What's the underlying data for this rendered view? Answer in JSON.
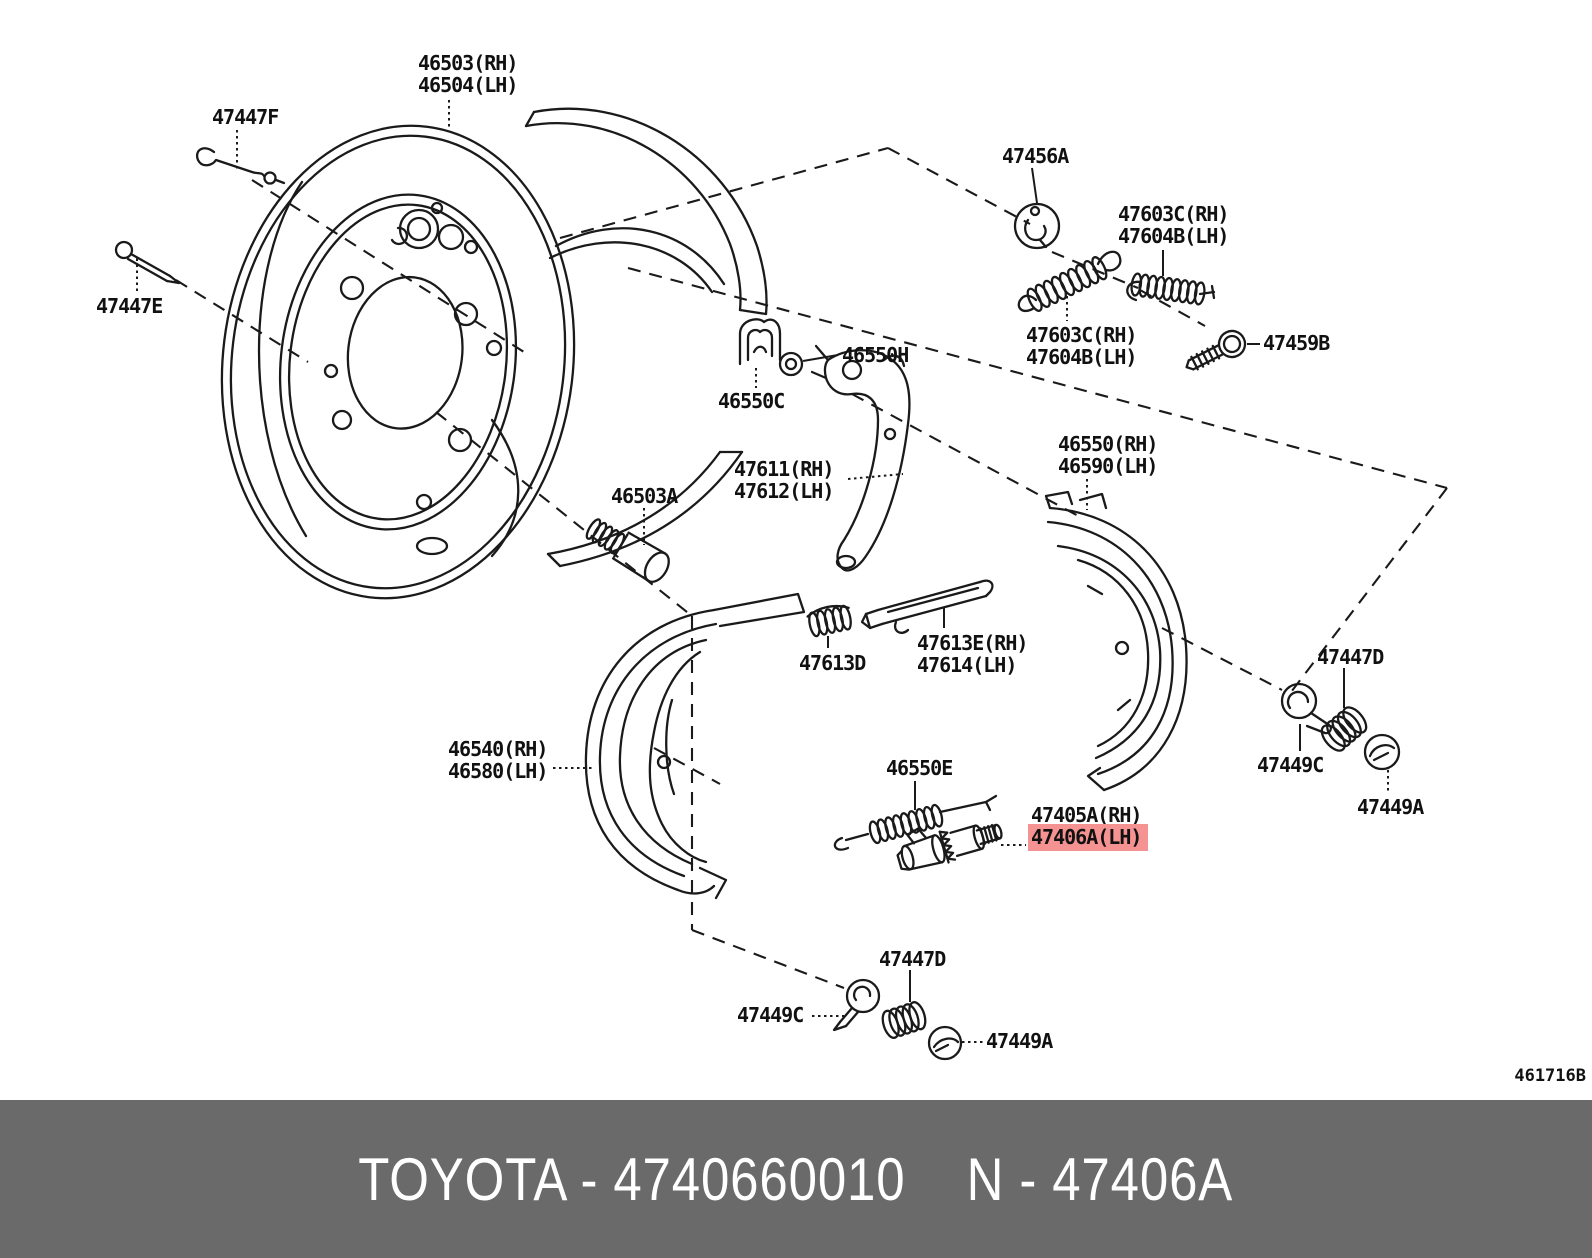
{
  "diagram": {
    "code": "461716B",
    "highlighted_label": "47406A(LH)"
  },
  "footer": {
    "left": "TOYOTA - 4740660010",
    "right": "N - 47406A"
  },
  "theme": {
    "highlight": "#f59292",
    "footer_bg": "#6a6a6a",
    "line": "#1a1a1a",
    "text": "#111111"
  },
  "labels": {
    "l46503": {
      "line1": "46503(RH)",
      "line2": "46504(LH)"
    },
    "l47447F": {
      "line1": "47447F"
    },
    "l47447E": {
      "line1": "47447E"
    },
    "l47456A": {
      "line1": "47456A"
    },
    "l47603_top": {
      "line1": "47603C(RH)",
      "line2": "47604B(LH)"
    },
    "l47459B": {
      "line1": "47459B"
    },
    "l47603_mid": {
      "line1": "47603C(RH)",
      "line2": "47604B(LH)"
    },
    "l46550H": {
      "line1": "46550H"
    },
    "l46550C": {
      "line1": "46550C"
    },
    "l47611": {
      "line1": "47611(RH)",
      "line2": "47612(LH)"
    },
    "l46550": {
      "line1": "46550(RH)",
      "line2": "46590(LH)"
    },
    "l46503A": {
      "line1": "46503A"
    },
    "l47613E": {
      "line1": "47613E(RH)",
      "line2": "47614(LH)"
    },
    "l47613D": {
      "line1": "47613D"
    },
    "l46540": {
      "line1": "46540(RH)",
      "line2": "46580(LH)"
    },
    "l46550E": {
      "line1": "46550E"
    },
    "l47405A": {
      "line1": "47405A(RH)",
      "line2": "47406A(LH)"
    },
    "l47447D_right": {
      "line1": "47447D"
    },
    "l47449C_right": {
      "line1": "47449C"
    },
    "l47449A_right": {
      "line1": "47449A"
    },
    "l47447D_bottom": {
      "line1": "47447D"
    },
    "l47449C_bottom": {
      "line1": "47449C"
    },
    "l47449A_bottom": {
      "line1": "47449A"
    }
  }
}
